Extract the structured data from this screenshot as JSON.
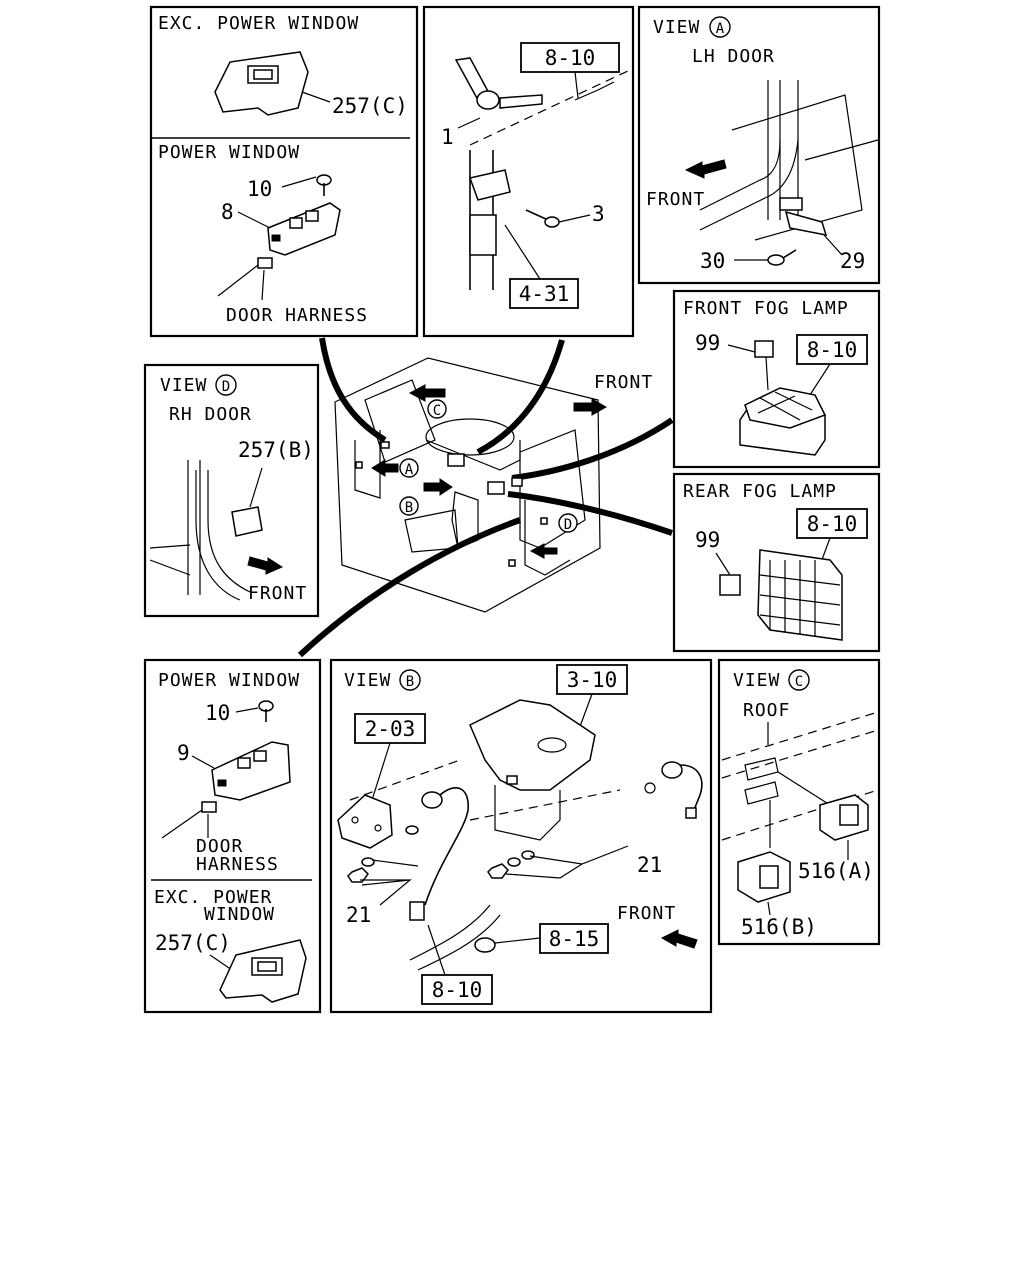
{
  "panels": {
    "top_left": {
      "exc_power_window_title": "EXC. POWER WINDOW",
      "part_257c": "257(C)",
      "power_window_title": "POWER WINDOW",
      "part_10": "10",
      "part_8": "8",
      "door_harness": "DOOR HARNESS"
    },
    "top_middle": {
      "ref_8_10": "8-10",
      "part_1": "1",
      "part_3": "3",
      "ref_4_31": "4-31"
    },
    "view_a": {
      "title": "VIEW",
      "letter": "A",
      "subtitle": "LH DOOR",
      "front": "FRONT",
      "part_30": "30",
      "part_29": "29"
    },
    "view_d": {
      "title": "VIEW",
      "letter": "D",
      "subtitle": "RH DOOR",
      "part_257b": "257(B)",
      "front": "FRONT"
    },
    "overview": {
      "front": "FRONT",
      "callout_a": "A",
      "callout_b": "B",
      "callout_c": "C",
      "callout_d": "D"
    },
    "front_fog_lamp": {
      "title": "FRONT FOG LAMP",
      "part_99": "99",
      "ref_8_10": "8-10"
    },
    "rear_fog_lamp": {
      "title": "REAR FOG LAMP",
      "part_99": "99",
      "ref_8_10": "8-10"
    },
    "bottom_left": {
      "power_window_title": "POWER WINDOW",
      "part_10": "10",
      "part_9": "9",
      "door_label": "DOOR",
      "harness_label": "HARNESS",
      "exc_label": "EXC. POWER",
      "window_label": "WINDOW",
      "part_257c": "257(C)"
    },
    "view_b": {
      "title": "VIEW",
      "letter": "B",
      "ref_3_10": "3-10",
      "ref_2_03": "2-03",
      "part_21_right": "21",
      "part_21_left": "21",
      "front": "FRONT",
      "ref_8_15": "8-15",
      "ref_8_10": "8-10"
    },
    "view_c": {
      "title": "VIEW",
      "letter": "C",
      "roof": "ROOF",
      "part_516a": "516(A)",
      "part_516b": "516(B)"
    }
  }
}
